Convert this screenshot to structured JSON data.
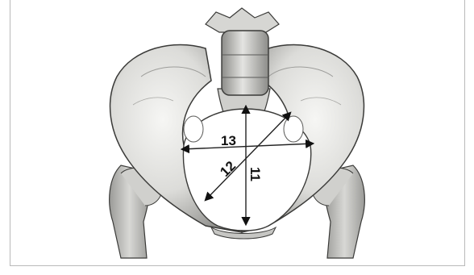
{
  "illustration": {
    "subject": "pelvis-anatomical-drawing",
    "colors": {
      "bone_light": "#f2f2f0",
      "bone_mid": "#c9c9c6",
      "bone_dark": "#8e8e8b",
      "outline": "#3a3a38",
      "measure_line": "#222222",
      "arrow": "#111111"
    },
    "measurements": [
      {
        "label": "13"
      },
      {
        "label": "12"
      },
      {
        "label": "11"
      }
    ]
  }
}
